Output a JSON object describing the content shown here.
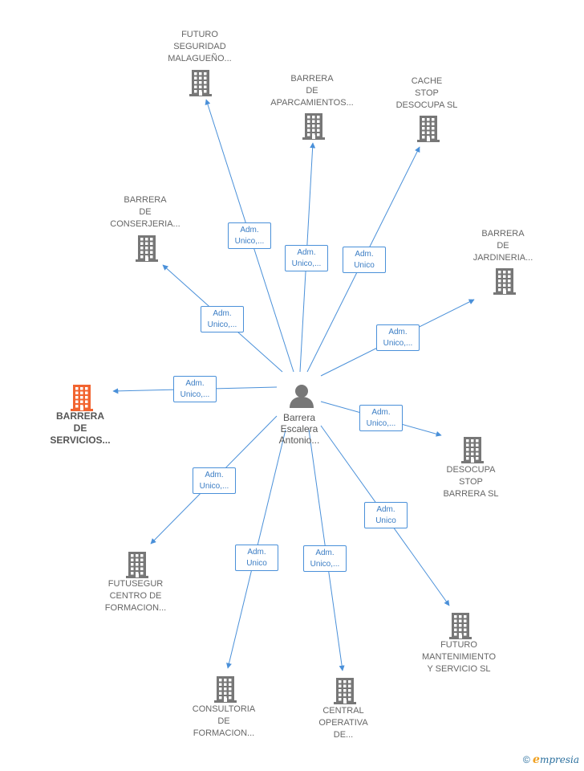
{
  "center": {
    "name": "Barrera\nEscalera\nAntonio...",
    "icon": "person-icon"
  },
  "colors": {
    "edge": "#4a90d9",
    "building": "#777777",
    "highlight": "#f26430",
    "label_border": "#4a90d9",
    "label_text": "#3b7dc4"
  },
  "nodes": [
    {
      "id": "futuro-seguridad",
      "name": "FUTURO\nSEGURIDAD\nMALAGUEÑO...",
      "relation": "Adm.\nUnico,..."
    },
    {
      "id": "barrera-aparcamientos",
      "name": "BARRERA\nDE\nAPARCAMIENTOS...",
      "relation": "Adm.\nUnico,..."
    },
    {
      "id": "cache-stop",
      "name": "CACHE\nSTOP\nDESOCUPA  SL",
      "relation": "Adm.\nUnico"
    },
    {
      "id": "barrera-conserjeria",
      "name": "BARRERA\nDE\nCONSERJERIA...",
      "relation": "Adm.\nUnico,..."
    },
    {
      "id": "barrera-jardineria",
      "name": "BARRERA\nDE\nJARDINERIA...",
      "relation": "Adm.\nUnico,..."
    },
    {
      "id": "barrera-servicios",
      "name": "BARRERA\nDE\nSERVICIOS...",
      "relation": "Adm.\nUnico,...",
      "highlight": true
    },
    {
      "id": "desocupa-stop",
      "name": "DESOCUPA\nSTOP\nBARRERA  SL",
      "relation": "Adm.\nUnico,..."
    },
    {
      "id": "futusegur",
      "name": "FUTUSEGUR\nCENTRO DE\nFORMACION...",
      "relation": "Adm.\nUnico,..."
    },
    {
      "id": "futuro-mantenimiento",
      "name": "FUTURO\nMANTENIMIENTO\nY SERVICIO  SL",
      "relation": "Adm.\nUnico"
    },
    {
      "id": "consultoria",
      "name": "CONSULTORIA\nDE\nFORMACION...",
      "relation": "Adm.\nUnico"
    },
    {
      "id": "central-operativa",
      "name": "CENTRAL\nOPERATIVA\nDE...",
      "relation": "Adm.\nUnico,..."
    }
  ],
  "footer": {
    "copyright": "©",
    "brand_initial": "e",
    "brand_rest": "mpresia"
  }
}
